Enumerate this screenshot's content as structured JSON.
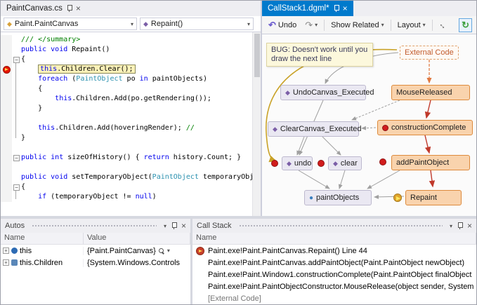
{
  "icons": {
    "caret": "▾",
    "close": "×",
    "undo": "↶",
    "redo": "↷",
    "sync": "↻",
    "resize": "↔",
    "class": "◆",
    "method": "◆",
    "event": "◆",
    "globe": "●",
    "fold": "−",
    "expand": "+"
  },
  "colors": {
    "active_tab": "#007ACC",
    "breakpoint": "#E51400",
    "node_orange_border": "#DD8A3C",
    "node_purple": "#7B5EA7"
  },
  "editor": {
    "tab_title": "PaintCanvas.cs",
    "nav": {
      "class_name": "Paint.PaintCanvas",
      "member_name": "Repaint()"
    },
    "lines": [
      {
        "t": [
          [
            "c",
            "/// </summary>"
          ]
        ]
      },
      {
        "t": [
          [
            "k",
            "public"
          ],
          [
            "p",
            " "
          ],
          [
            "k",
            "void"
          ],
          [
            "p",
            " Repaint()"
          ]
        ]
      },
      {
        "g": "fold",
        "t": [
          [
            "p",
            "{"
          ]
        ]
      },
      {
        "g": "bp",
        "hl": true,
        "pre": "    ",
        "t": [
          [
            "k",
            "this"
          ],
          [
            "p",
            ".Children.Clear();"
          ]
        ]
      },
      {
        "t": [
          [
            "p",
            "    "
          ],
          [
            "k",
            "foreach"
          ],
          [
            "p",
            " ("
          ],
          [
            "ty",
            "PaintObject"
          ],
          [
            "p",
            " po "
          ],
          [
            "k",
            "in"
          ],
          [
            "p",
            " paintObjects)"
          ]
        ]
      },
      {
        "t": [
          [
            "p",
            "    {"
          ]
        ]
      },
      {
        "t": [
          [
            "p",
            "        "
          ],
          [
            "k",
            "this"
          ],
          [
            "p",
            ".Children.Add(po.getRendering());"
          ]
        ]
      },
      {
        "t": [
          [
            "p",
            "    }"
          ]
        ]
      },
      {
        "t": []
      },
      {
        "t": [
          [
            "p",
            "    "
          ],
          [
            "k",
            "this"
          ],
          [
            "p",
            ".Children.Add(hoveringRender); "
          ],
          [
            "c",
            "//"
          ]
        ]
      },
      {
        "t": [
          [
            "p",
            "}"
          ]
        ]
      },
      {
        "t": []
      },
      {
        "g": "fold",
        "t": [
          [
            "k",
            "public"
          ],
          [
            "p",
            " "
          ],
          [
            "k",
            "int"
          ],
          [
            "p",
            " sizeOfHistory() { "
          ],
          [
            "k",
            "return"
          ],
          [
            "p",
            " history.Count; }"
          ]
        ]
      },
      {
        "t": []
      },
      {
        "t": [
          [
            "k",
            "public"
          ],
          [
            "p",
            " "
          ],
          [
            "k",
            "void"
          ],
          [
            "p",
            " setTemporaryObject("
          ],
          [
            "ty",
            "PaintObject"
          ],
          [
            "p",
            " temporaryObj"
          ]
        ]
      },
      {
        "g": "fold",
        "t": [
          [
            "p",
            "{"
          ]
        ]
      },
      {
        "t": [
          [
            "p",
            "    "
          ],
          [
            "k",
            "if"
          ],
          [
            "p",
            " (temporaryObject != "
          ],
          [
            "k",
            "null"
          ],
          [
            "p",
            ")"
          ]
        ]
      }
    ]
  },
  "diagram": {
    "tab_title": "CallStack1.dgml*",
    "toolbar": {
      "undo_label": "Undo",
      "show_related_label": "Show Related",
      "layout_label": "Layout"
    },
    "note_text": "BUG: Doesn't work until you draw the next line",
    "nodes": {
      "external_code": "External Code",
      "undo_canvas_executed": "UndoCanvas_Executed",
      "mouse_released": "MouseReleased",
      "clear_canvas_executed": "ClearCanvas_Executed",
      "construction_complete": "constructionComplete",
      "undo": "undo",
      "clear": "clear",
      "add_paint_object": "addPaintObject",
      "paint_objects": "paintObjects",
      "repaint": "Repaint"
    }
  },
  "autos": {
    "title": "Autos",
    "columns": [
      "Name",
      "Value"
    ],
    "rows": [
      {
        "name": "this",
        "value": "{Paint.PaintCanvas}",
        "mag": true
      },
      {
        "name": "this.Children",
        "value": "{System.Windows.Controls"
      }
    ]
  },
  "callstack": {
    "title": "Call Stack",
    "columns": [
      "Name"
    ],
    "rows": [
      {
        "text": "Paint.exe!Paint.PaintCanvas.Repaint() Line 44",
        "current": true
      },
      {
        "text": "Paint.exe!Paint.PaintCanvas.addPaintObject(Paint.PaintObject newObject)"
      },
      {
        "text": "Paint.exe!Paint.Window1.constructionComplete(Paint.PaintObject finalObject"
      },
      {
        "text": "Paint.exe!Paint.PaintObjectConstructor.MouseRelease(object sender, System"
      },
      {
        "text": "[External Code]",
        "external": true
      }
    ]
  }
}
